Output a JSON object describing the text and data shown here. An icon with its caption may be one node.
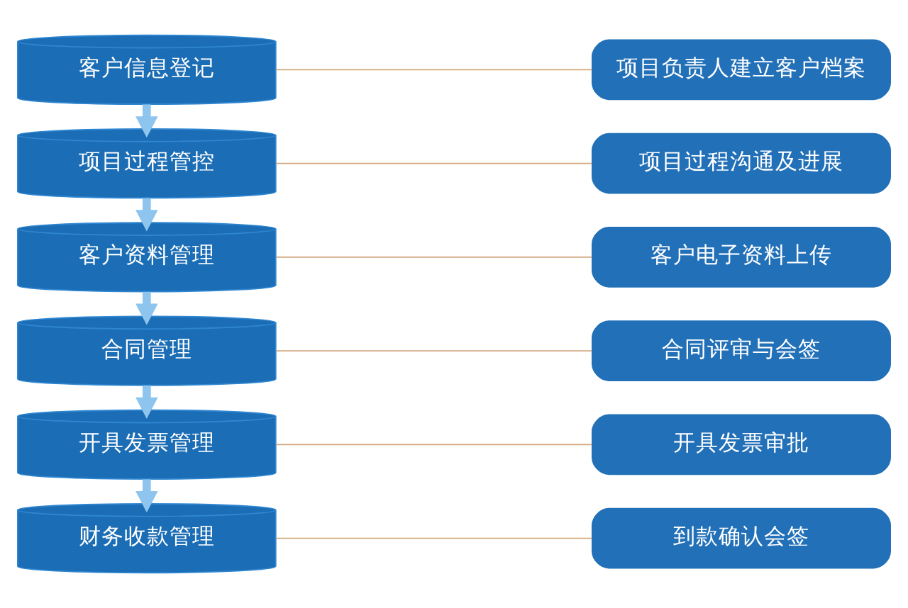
{
  "diagram": {
    "nodes": [
      {
        "text": [
          "客户信息登记"
        ]
      },
      {
        "text": [
          "项目过程管控"
        ]
      },
      {
        "text": [
          "客户资料管理"
        ]
      },
      {
        "text": [
          "合同管理"
        ]
      },
      {
        "text": [
          "开具发票管理"
        ]
      },
      {
        "text": [
          "财务收款管理"
        ]
      },
      {
        "text": [
          "项目负责人建立客户档案"
        ]
      },
      {
        "text": [
          "项目过程沟通及进展"
        ]
      },
      {
        "text": [
          "客户电子资料上传"
        ]
      },
      {
        "text": [
          "合同评审与会签"
        ]
      },
      {
        "text": [
          "开具发票审批"
        ]
      },
      {
        "text": [
          "到款确认会签"
        ]
      }
    ],
    "edges": [
      {
        "from": 0,
        "to": 1,
        "arrow": "to",
        "style": "thick",
        "color": "#8ec5ee"
      },
      {
        "from": 1,
        "to": 2,
        "arrow": "to",
        "style": "thick",
        "color": "#8ec5ee"
      },
      {
        "from": 2,
        "to": 3,
        "arrow": "to",
        "style": "thick",
        "color": "#8ec5ee"
      },
      {
        "from": 3,
        "to": 4,
        "arrow": "to",
        "style": "thick",
        "color": "#8ec5ee"
      },
      {
        "from": 4,
        "to": 5,
        "arrow": "to",
        "style": "thick",
        "color": "#8ec5ee"
      },
      {
        "from": 0,
        "to": 6,
        "arrow": "none"
      },
      {
        "from": 1,
        "to": 7,
        "arrow": "none"
      },
      {
        "from": 2,
        "to": 8,
        "arrow": "none"
      },
      {
        "from": 3,
        "to": 9,
        "arrow": "none"
      },
      {
        "from": 4,
        "to": 10,
        "arrow": "none"
      },
      {
        "from": 5,
        "to": 11,
        "arrow": "none"
      }
    ]
  }
}
